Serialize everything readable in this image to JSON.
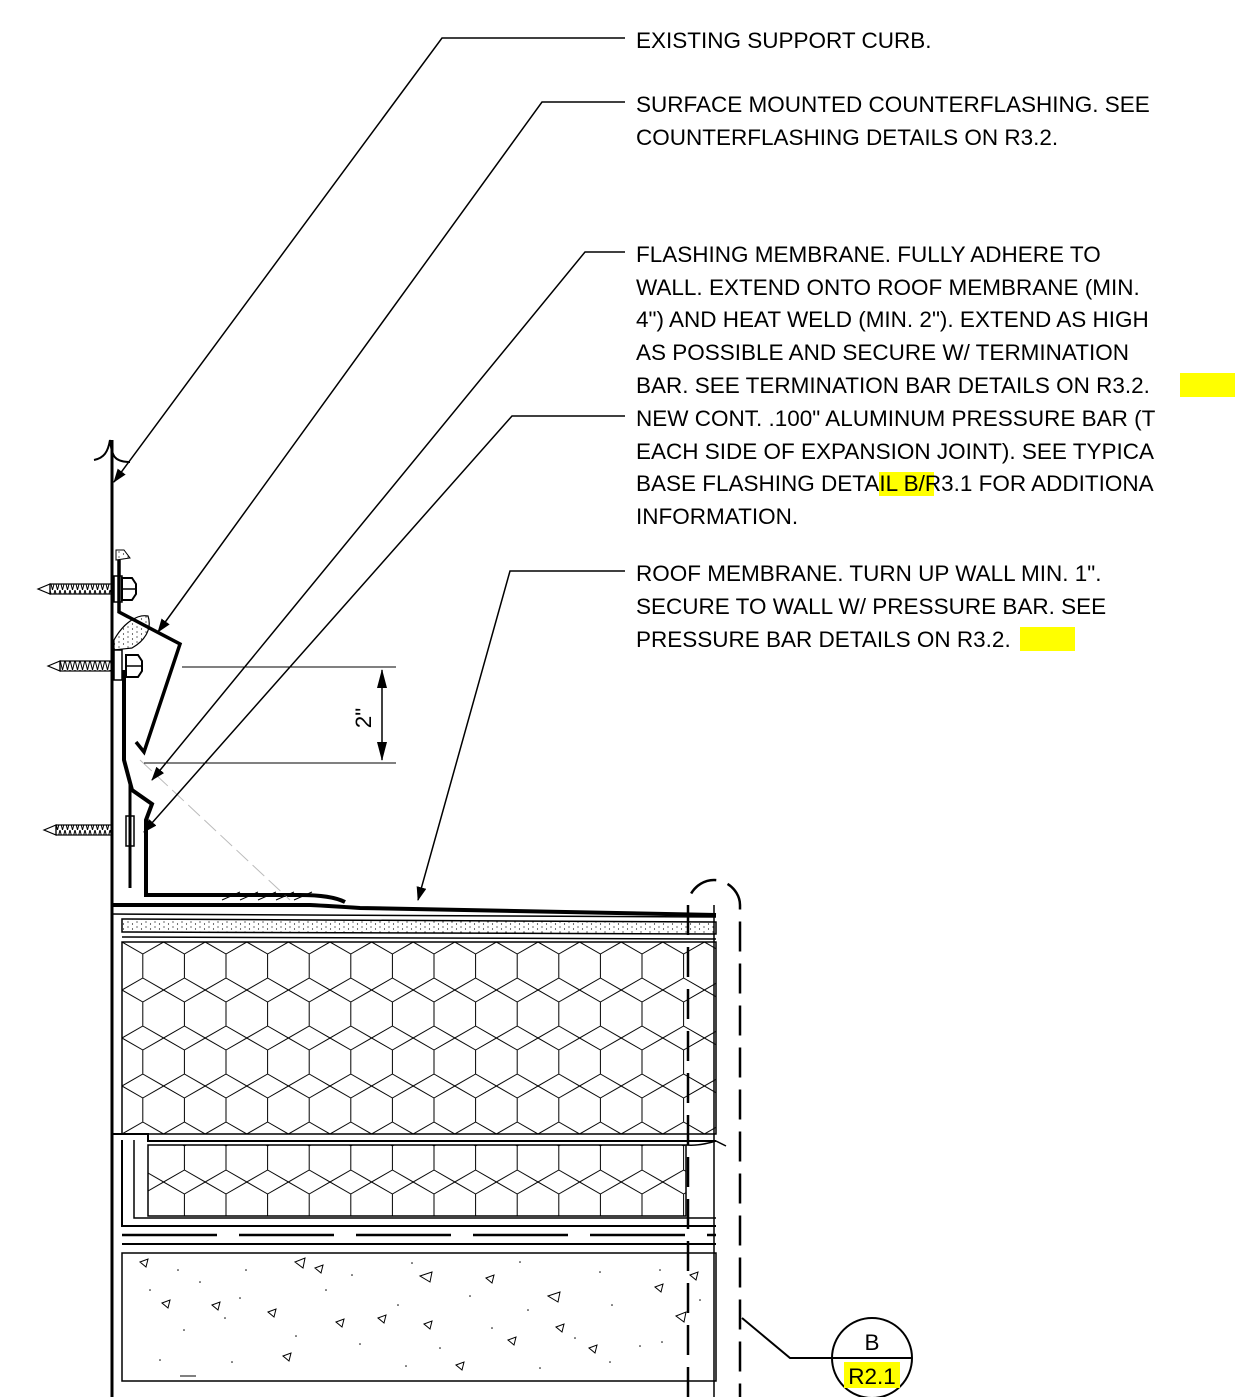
{
  "notes": {
    "n1": {
      "lines": [
        "EXISTING SUPPORT CURB."
      ]
    },
    "n2": {
      "lines": [
        "SURFACE MOUNTED COUNTERFLASHING. SEE",
        "COUNTERFLASHING DETAILS ON R3.2."
      ]
    },
    "n3": {
      "lines": [
        "FLASHING MEMBRANE. FULLY ADHERE TO",
        "WALL. EXTEND ONTO ROOF MEMBRANE (MIN.",
        "4\") AND HEAT WELD (MIN. 2\"). EXTEND AS HIGH",
        "AS POSSIBLE AND SECURE W/ TERMINATION"
      ],
      "last_pre": "BAR. SEE TERMINATION BAR DETAILS ON ",
      "last_ref": "R3.2",
      "last_post": "."
    },
    "n4": {
      "lines": [
        "NEW CONT. .100\" ALUMINUM PRESSURE BAR (T",
        "EACH SIDE OF EXPANSION JOINT).  SEE TYPICA"
      ],
      "l3_pre": "BASE FLASHING DETAIL B/",
      "l3_ref": "R3.1",
      "l3_post": " FOR ADDITIONA",
      "l4": "INFORMATION."
    },
    "n5": {
      "lines": [
        "ROOF MEMBRANE. TURN UP WALL MIN. 1\".",
        "SECURE TO WALL W/ PRESSURE BAR. SEE"
      ],
      "last_pre": "PRESSURE BAR DETAILS ON ",
      "last_ref": "R3.2",
      "last_post": "."
    }
  },
  "dimension": {
    "label": "2\""
  },
  "section_marker": {
    "letter": "B",
    "sheet": "R2.1"
  },
  "colors": {
    "highlight": "#ffff00",
    "ink": "#000000"
  }
}
